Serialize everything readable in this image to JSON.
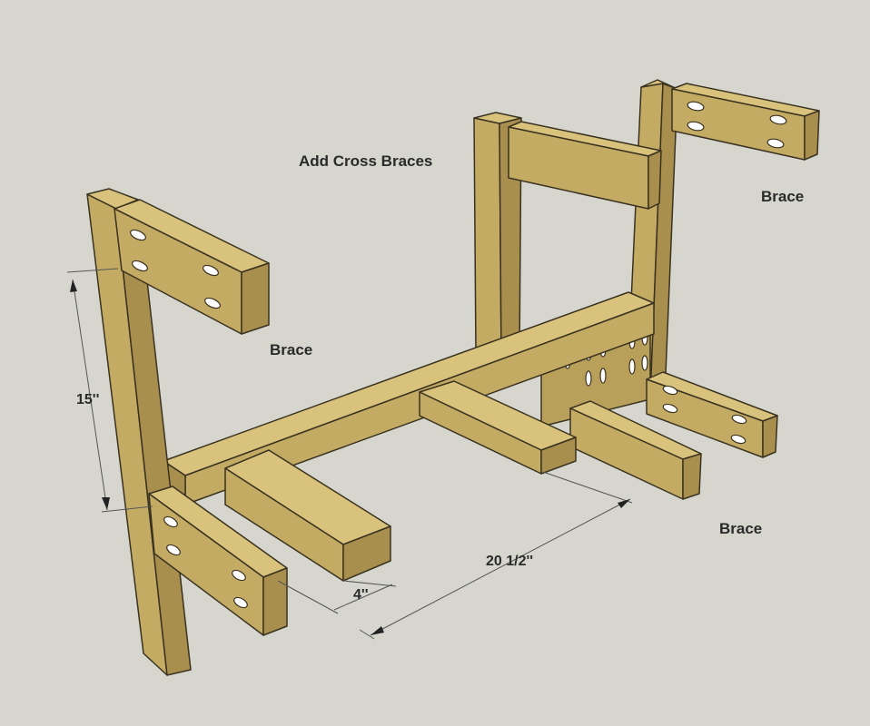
{
  "title": "Add Cross Braces",
  "labels": {
    "brace_left": "Brace",
    "brace_top_right": "Brace",
    "brace_bottom_right": "Brace"
  },
  "dimensions": {
    "height": "15''",
    "width": "4''",
    "length": "20 1/2''"
  },
  "colors": {
    "background": "#d6d6ce",
    "wood_top": "#d8c27c",
    "wood_front": "#c4ab64",
    "wood_side": "#a88f4e",
    "outline": "#3a3220",
    "hole": "#ffffff"
  }
}
